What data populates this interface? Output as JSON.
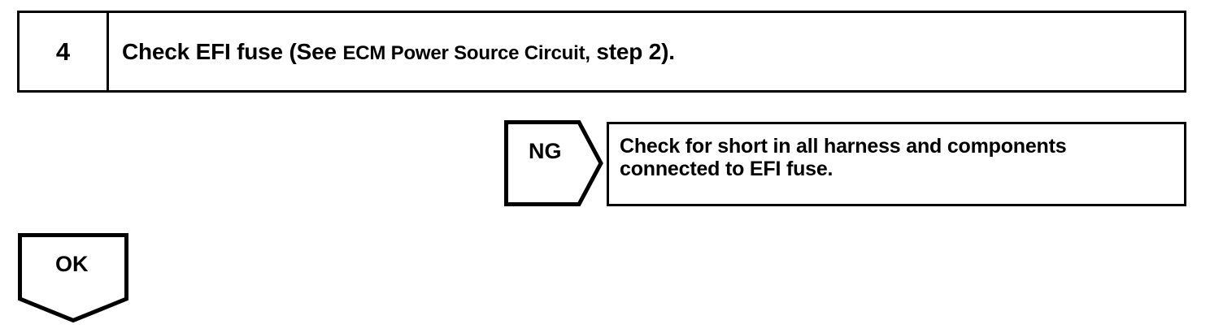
{
  "page": {
    "background_color": "#ffffff",
    "line_color": "#000000",
    "text_color": "#000000"
  },
  "step": {
    "number": "4",
    "text_lead": "Check EFI fuse (See ",
    "text_reference": "ECM Power Source Circuit,",
    "text_tail": " step 2)."
  },
  "branches": {
    "ng": {
      "tag_label": "NG",
      "shape": "pentagon-arrow-right",
      "result_line_1": "Check for short in all harness and components",
      "result_line_2": "connected to EFI fuse."
    },
    "ok": {
      "tag_label": "OK",
      "shape": "pentagon-arrow-down"
    }
  }
}
